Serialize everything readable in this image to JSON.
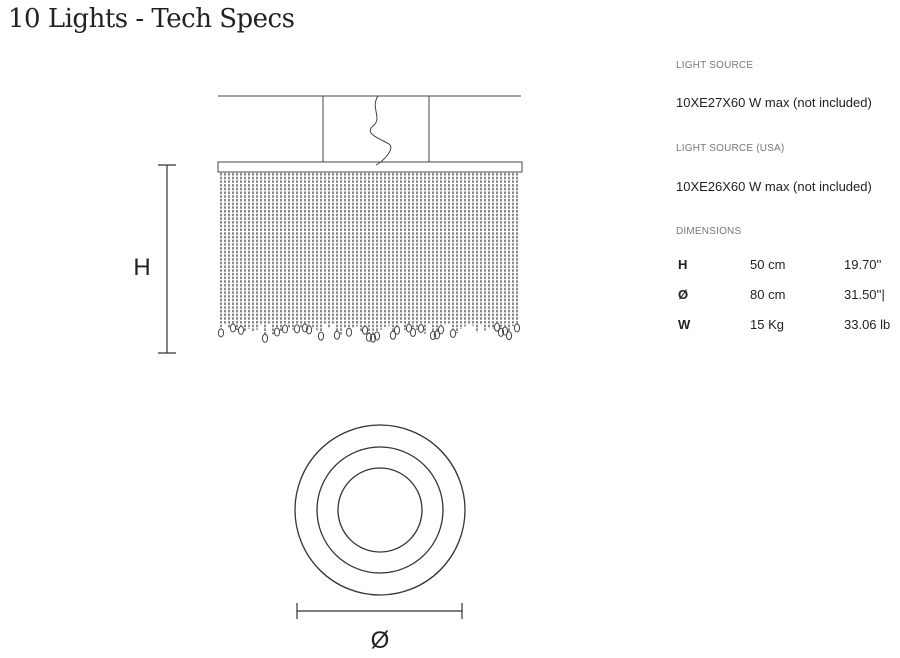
{
  "title": "10 Lights - Tech Specs",
  "drawing": {
    "height_symbol": "H",
    "diameter_symbol": "Ø"
  },
  "specs": {
    "light_source": {
      "label": "LIGHT SOURCE",
      "value": "10XE27X60 W max (not included)"
    },
    "light_source_usa": {
      "label": "LIGHT SOURCE (USA)",
      "value": "10XE26X60 W max (not included)"
    },
    "dimensions": {
      "label": "DIMENSIONS",
      "rows": [
        {
          "symbol": "H",
          "metric": "50 cm",
          "imperial": "19.70''"
        },
        {
          "symbol": "Ø",
          "metric": "80 cm",
          "imperial": "31.50''|"
        },
        {
          "symbol": "W",
          "metric": "15 Kg",
          "imperial": "33.06 lb"
        }
      ]
    }
  }
}
